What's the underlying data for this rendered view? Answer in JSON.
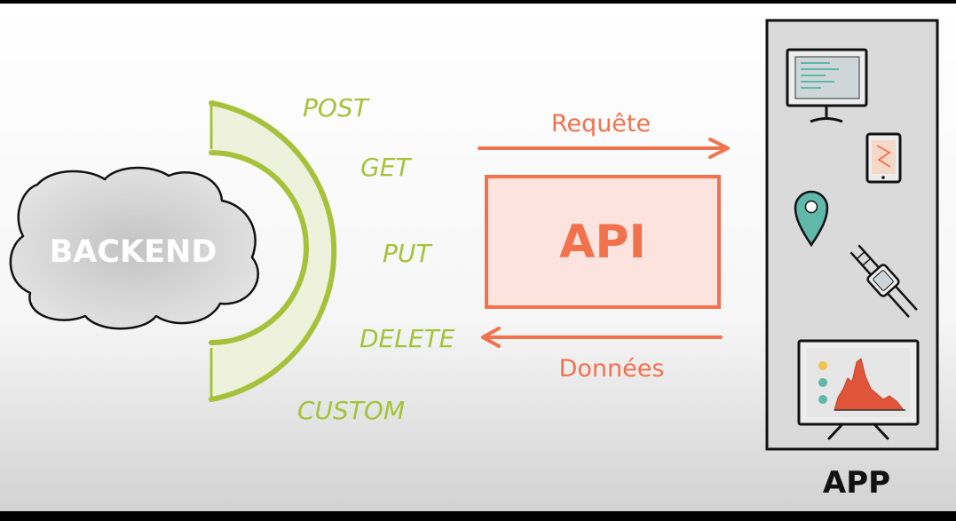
{
  "backend": {
    "label": "BACKEND"
  },
  "methods": [
    "POST",
    "GET",
    "PUT",
    "DELETE",
    "CUSTOM"
  ],
  "api": {
    "label": "API"
  },
  "arrows": {
    "request_label": "Requête",
    "response_label": "Données"
  },
  "app": {
    "label": "APP"
  },
  "colors": {
    "green": "#a6c23a",
    "orange": "#f2724e",
    "api_fill": "#fde3dd",
    "gateway_fill": "#eef2dd",
    "cloud_fill": "#cfcfcf",
    "panel_fill": "#dadada",
    "teal": "#5fb8a8"
  },
  "icons": [
    "monitor-icon",
    "tablet-icon",
    "map-pin-icon",
    "smartwatch-icon",
    "tv-chart-icon"
  ]
}
